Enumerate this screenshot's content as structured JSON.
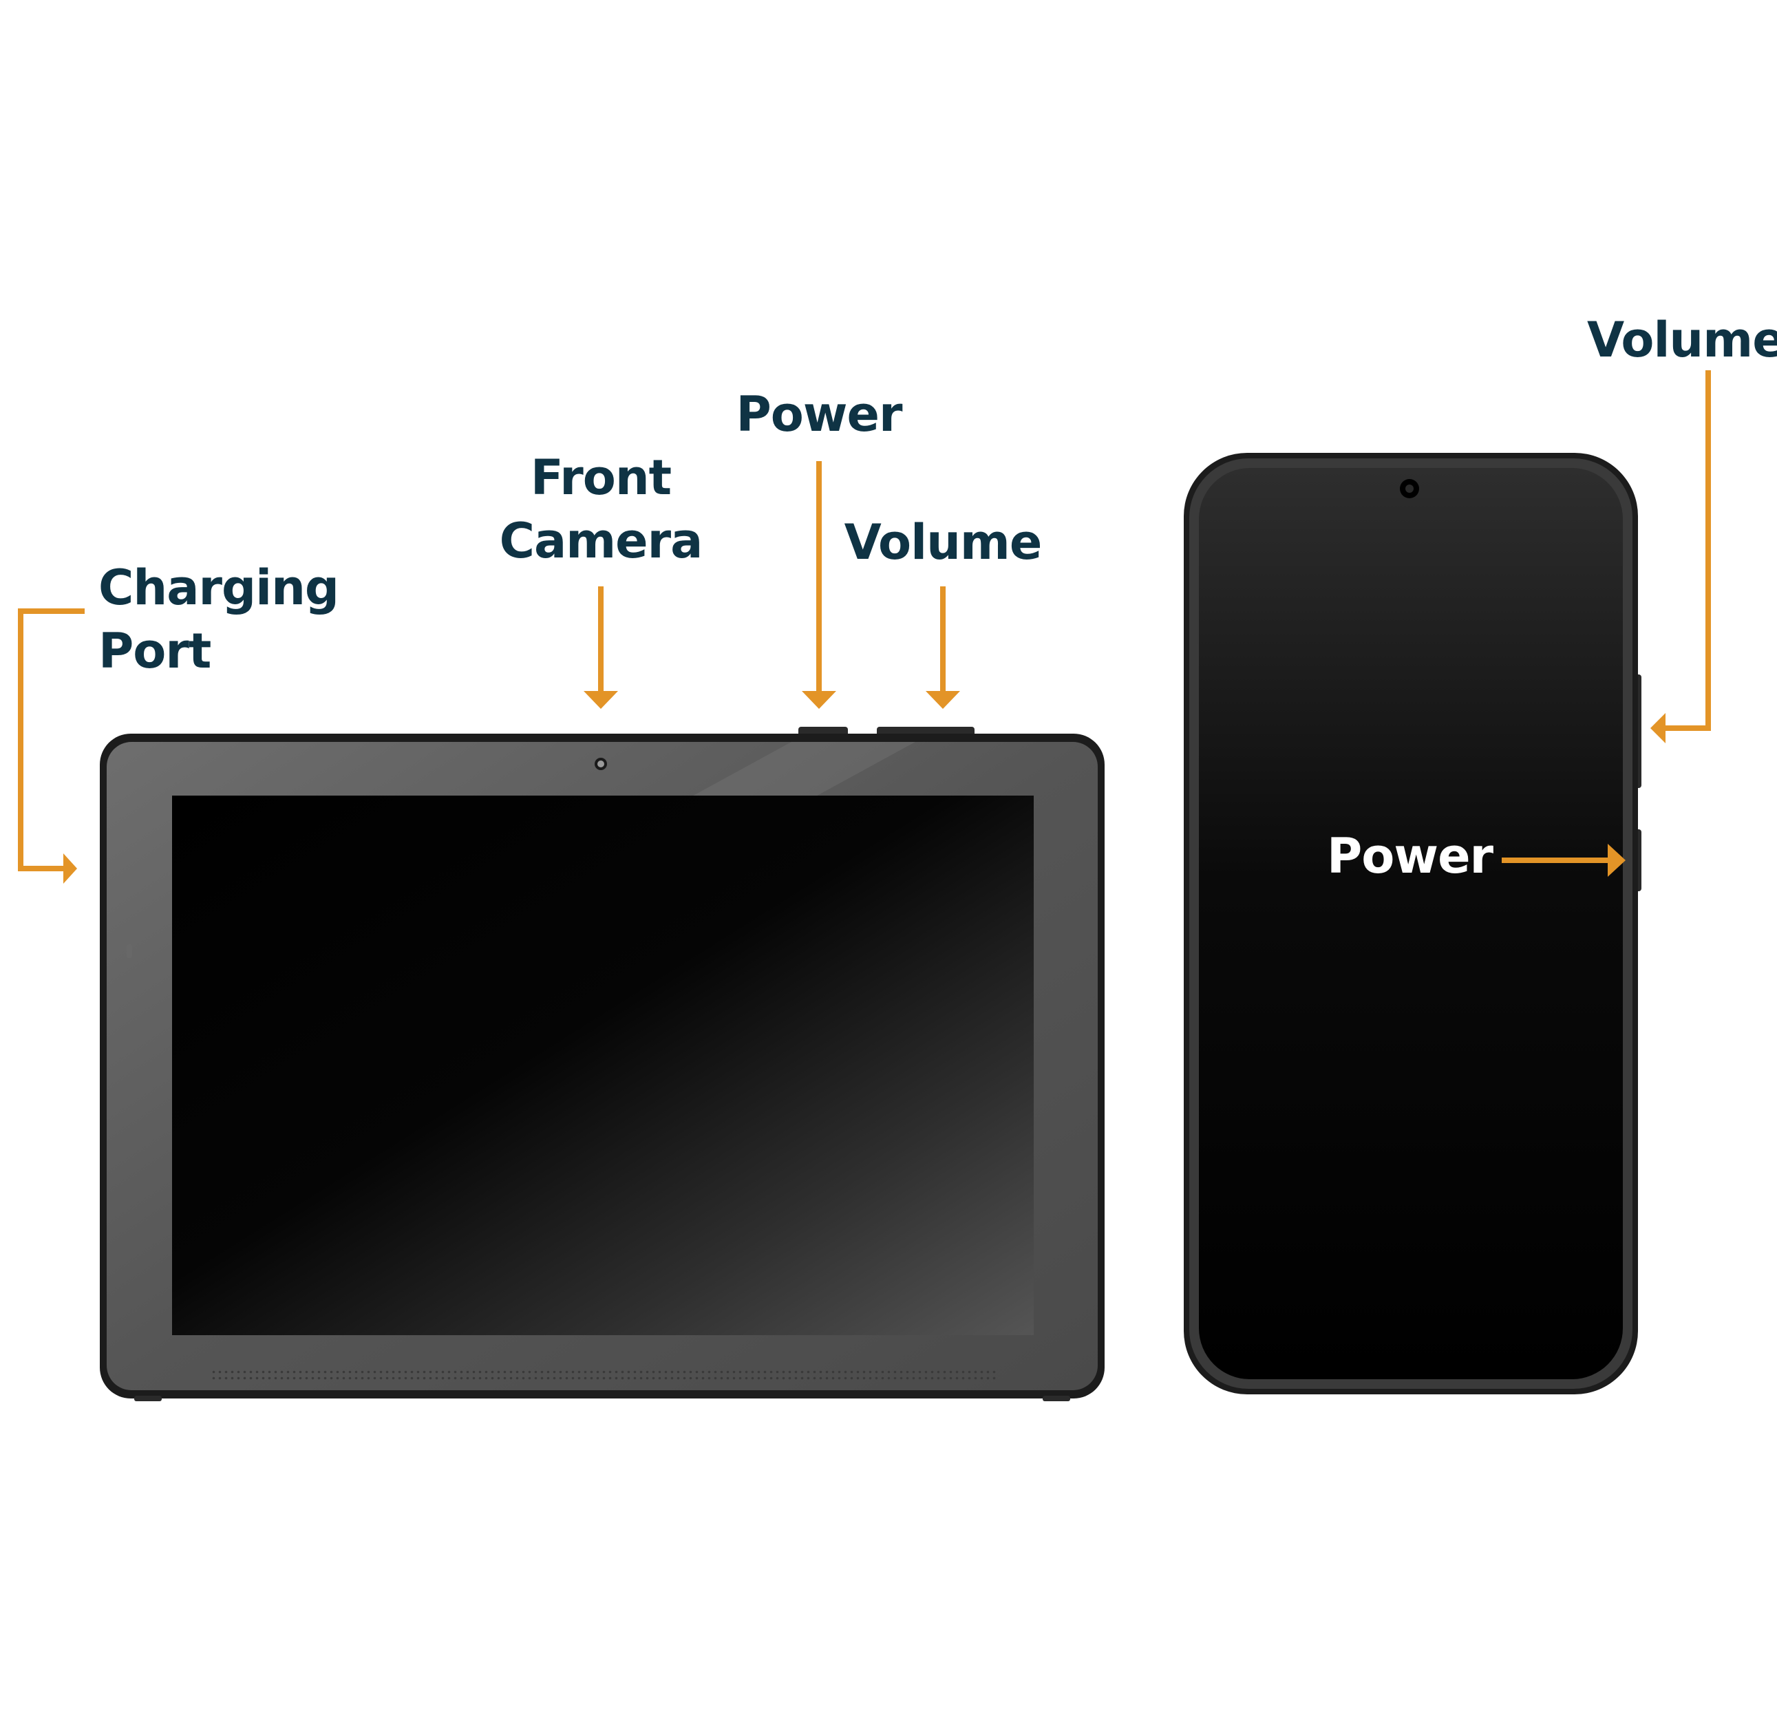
{
  "labels": {
    "charging_port": [
      "Charging",
      "Port"
    ],
    "front_camera": [
      "Front",
      "Camera"
    ],
    "tablet_power": "Power",
    "tablet_volume": "Volume",
    "phone_volume": "Volume",
    "phone_power": "Power"
  },
  "colors": {
    "label_text": "#0f3344",
    "arrow": "#e39427",
    "device_frame": "#1c1c1c",
    "bezel": "#5a5a5a",
    "screen": "#000000",
    "phone_label_text": "#ffffff"
  },
  "icons": {
    "arrow": "arrow-icon",
    "camera": "camera-lens-icon"
  }
}
